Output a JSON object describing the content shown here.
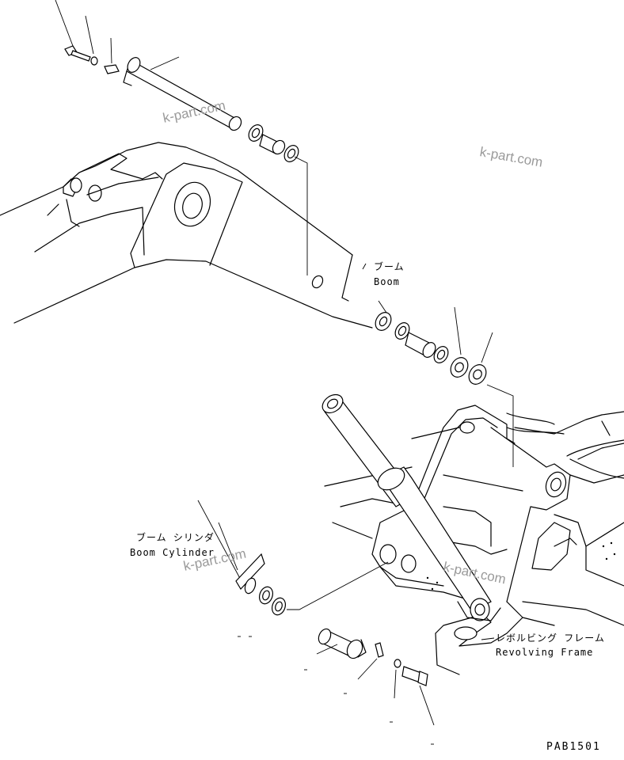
{
  "labels": {
    "boom_jp": "ブーム",
    "boom_en": "Boom",
    "boom_cylinder_jp": "ブーム シリンダ",
    "boom_cylinder_en": "Boom Cylinder",
    "revolving_frame_jp": "レボルビング フレーム",
    "revolving_frame_en": "Revolving Frame",
    "figure_code": "PAB1501"
  },
  "watermarks": [
    "k-part.com",
    "k-part.com",
    "k-part.com",
    "k-part.com"
  ]
}
